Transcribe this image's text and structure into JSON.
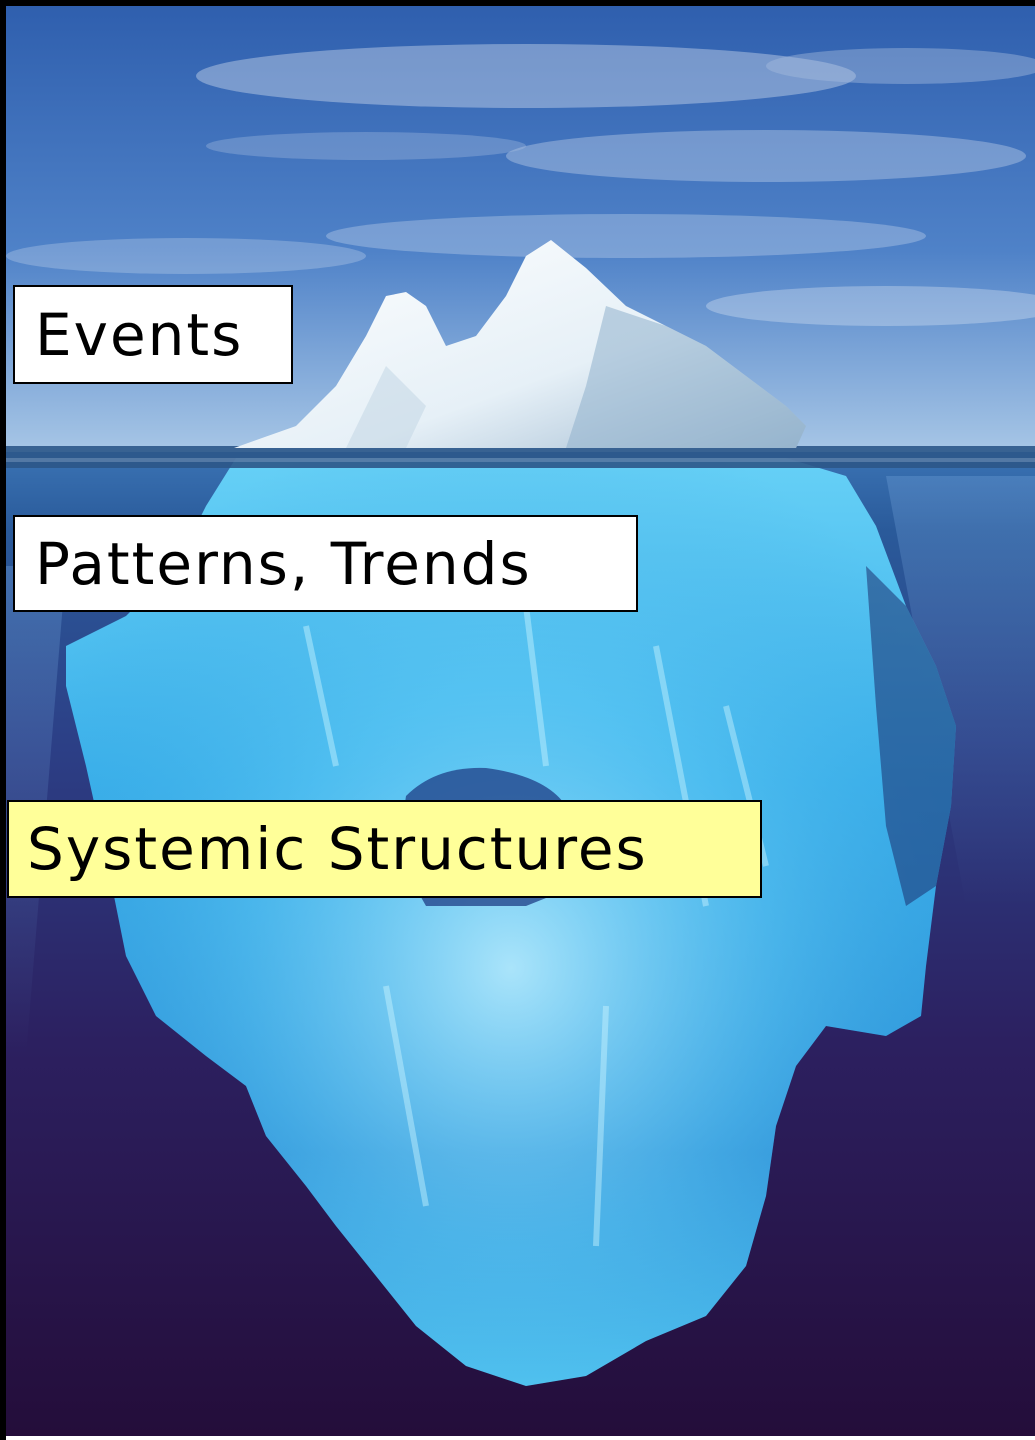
{
  "labels": {
    "events": "Events",
    "patterns": "Patterns, Trends",
    "systemic": "Systemic Structures"
  },
  "colors": {
    "sky_top": "#3f6fb8",
    "sky_horizon": "#9fc0e4",
    "sea_surface": "#2f66a6",
    "deep_water": "#2a1246",
    "ice_tip": "#f4f8fb",
    "ice_underwater": "#3fb6ea",
    "highlight_label": "#ffff99"
  },
  "icons": {
    "scene": "iceberg-illustration"
  }
}
